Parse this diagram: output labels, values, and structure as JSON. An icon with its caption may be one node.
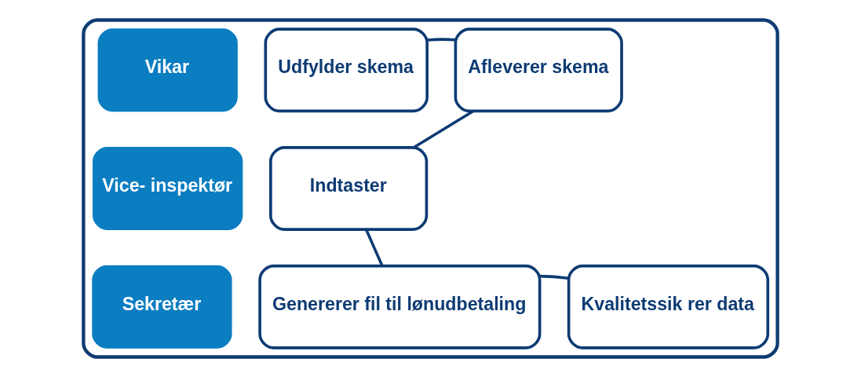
{
  "diagram": {
    "nodes": [
      {
        "text": [],
        "shape": "box"
      },
      {
        "text": [
          "Vikar"
        ],
        "in": 0
      },
      {
        "text": [
          "Udfylder skema"
        ],
        "in": 0
      },
      {
        "text": [
          "Afleverer skema"
        ],
        "in": 0
      },
      {
        "text": [
          "Vice- inspektør"
        ],
        "in": 0
      },
      {
        "text": [
          "Indtaster"
        ],
        "in": 0
      },
      {
        "text": [
          "Sekretær"
        ],
        "in": 0
      },
      {
        "text": [
          "Genererer fil til lønudbetaling"
        ],
        "in": 0
      },
      {
        "text": [
          "Kvalitetssik rer data"
        ],
        "in": 0
      }
    ],
    "edges": [
      {
        "from": 2,
        "to": 3,
        "arrow": "none"
      },
      {
        "from": 3,
        "to": 5,
        "arrow": "none"
      },
      {
        "from": 5,
        "to": 7,
        "arrow": "none"
      },
      {
        "from": 7,
        "to": 8,
        "arrow": "none"
      }
    ]
  }
}
